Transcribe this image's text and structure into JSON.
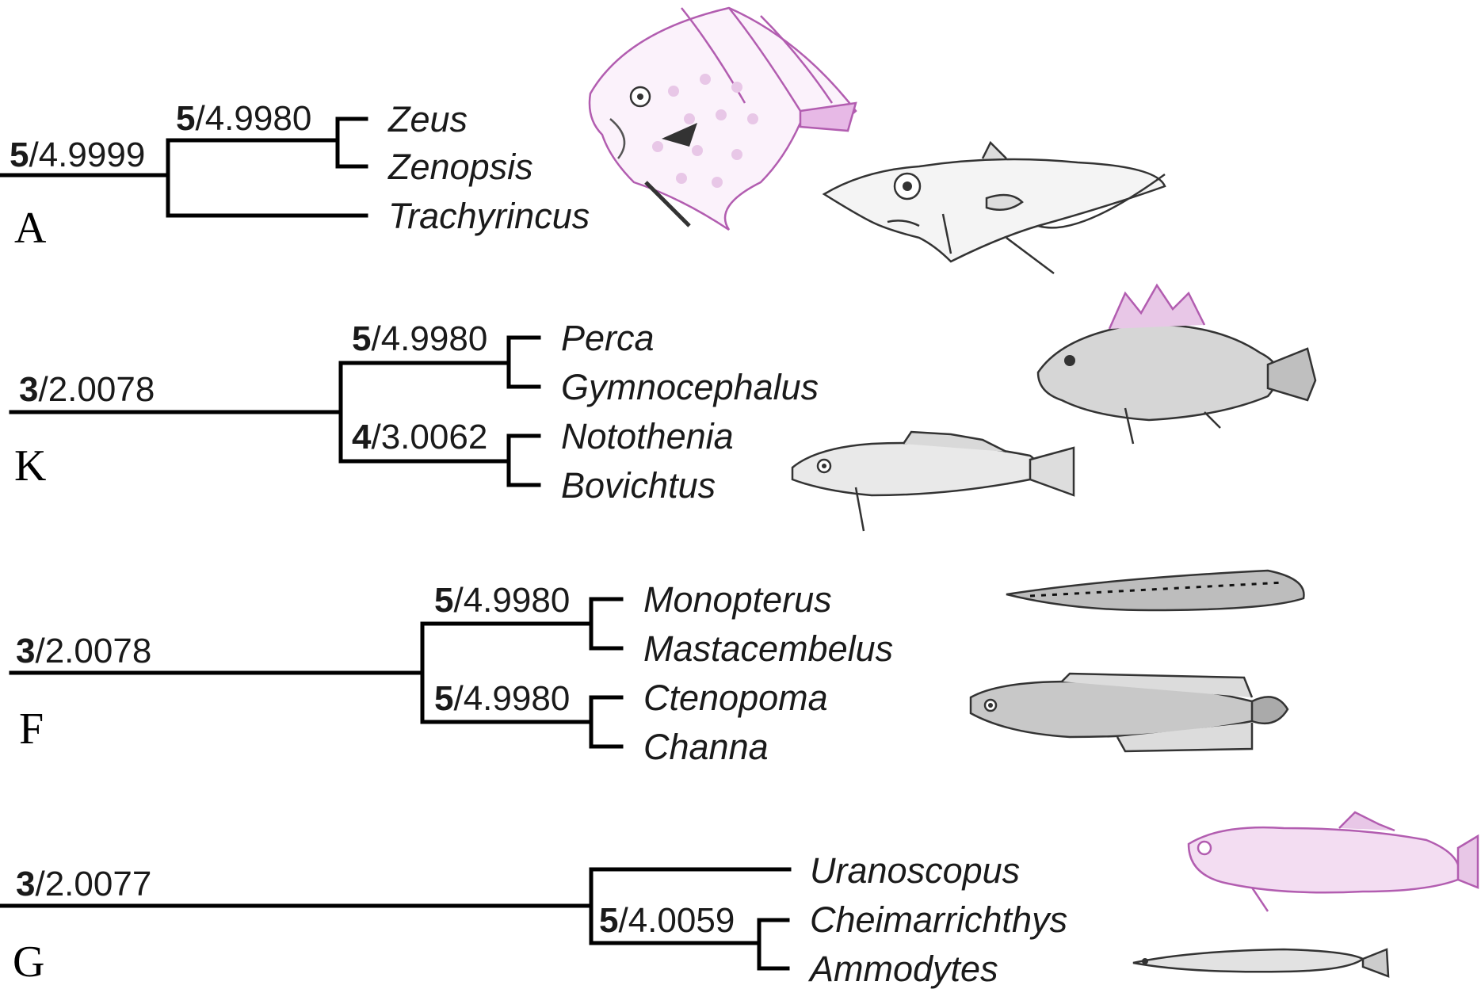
{
  "panels": [
    {
      "letter": "A",
      "root": {
        "bold": "5",
        "rest": "/4.9999"
      },
      "clade1": {
        "bold": "5",
        "rest": "/4.9980"
      },
      "taxa": [
        "Zeus",
        "Zenopsis",
        "Trachyrincus"
      ]
    },
    {
      "letter": "K",
      "root": {
        "bold": "3",
        "rest": "/2.0078"
      },
      "clade1": {
        "bold": "5",
        "rest": "/4.9980"
      },
      "clade2": {
        "bold": "4",
        "rest": "/3.0062"
      },
      "taxa": [
        "Perca",
        "Gymnocephalus",
        "Notothenia",
        "Bovichtus"
      ]
    },
    {
      "letter": "F",
      "root": {
        "bold": "3",
        "rest": "/2.0078"
      },
      "clade1": {
        "bold": "5",
        "rest": "/4.9980"
      },
      "clade2": {
        "bold": "5",
        "rest": "/4.9980"
      },
      "taxa": [
        "Monopterus",
        "Mastacembelus",
        "Ctenopoma",
        "Channa"
      ]
    },
    {
      "letter": "G",
      "root": {
        "bold": "3",
        "rest": "/2.0077"
      },
      "clade1": {
        "bold": "5",
        "rest": "/4.0059"
      },
      "taxa": [
        "Uranoscopus",
        "Cheimarrichthys",
        "Ammodytes"
      ]
    }
  ],
  "colors": {
    "line": "#000000",
    "text": "#1a1a1a",
    "fish_ink": "#3a3a3a",
    "fish_pink": "#d98ad6"
  },
  "icons": [
    "zeus-fish-illustration",
    "trachyrincus-fish-illustration",
    "perca-fish-illustration",
    "notothenia-fish-illustration",
    "monopterus-fish-illustration",
    "channa-fish-illustration",
    "uranoscopus-fish-illustration",
    "ammodytes-fish-illustration"
  ]
}
